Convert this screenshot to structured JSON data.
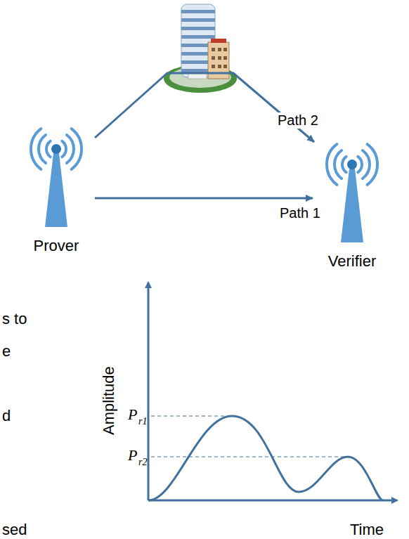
{
  "diagram": {
    "nodes": [
      {
        "text": [
          "Prover"
        ]
      },
      {
        "text": [
          "Verifier"
        ]
      }
    ],
    "edges": [
      {
        "from": 0,
        "to": 1,
        "arrow": "to",
        "label": "Path 1"
      },
      {
        "from": 0,
        "to": 1,
        "arrow": "to",
        "label": "Path 2"
      }
    ],
    "labels": [
      "Amplitude",
      "P",
      "r1",
      "P",
      "r2",
      "Time",
      "s to",
      "e",
      "d",
      "sed"
    ]
  }
}
